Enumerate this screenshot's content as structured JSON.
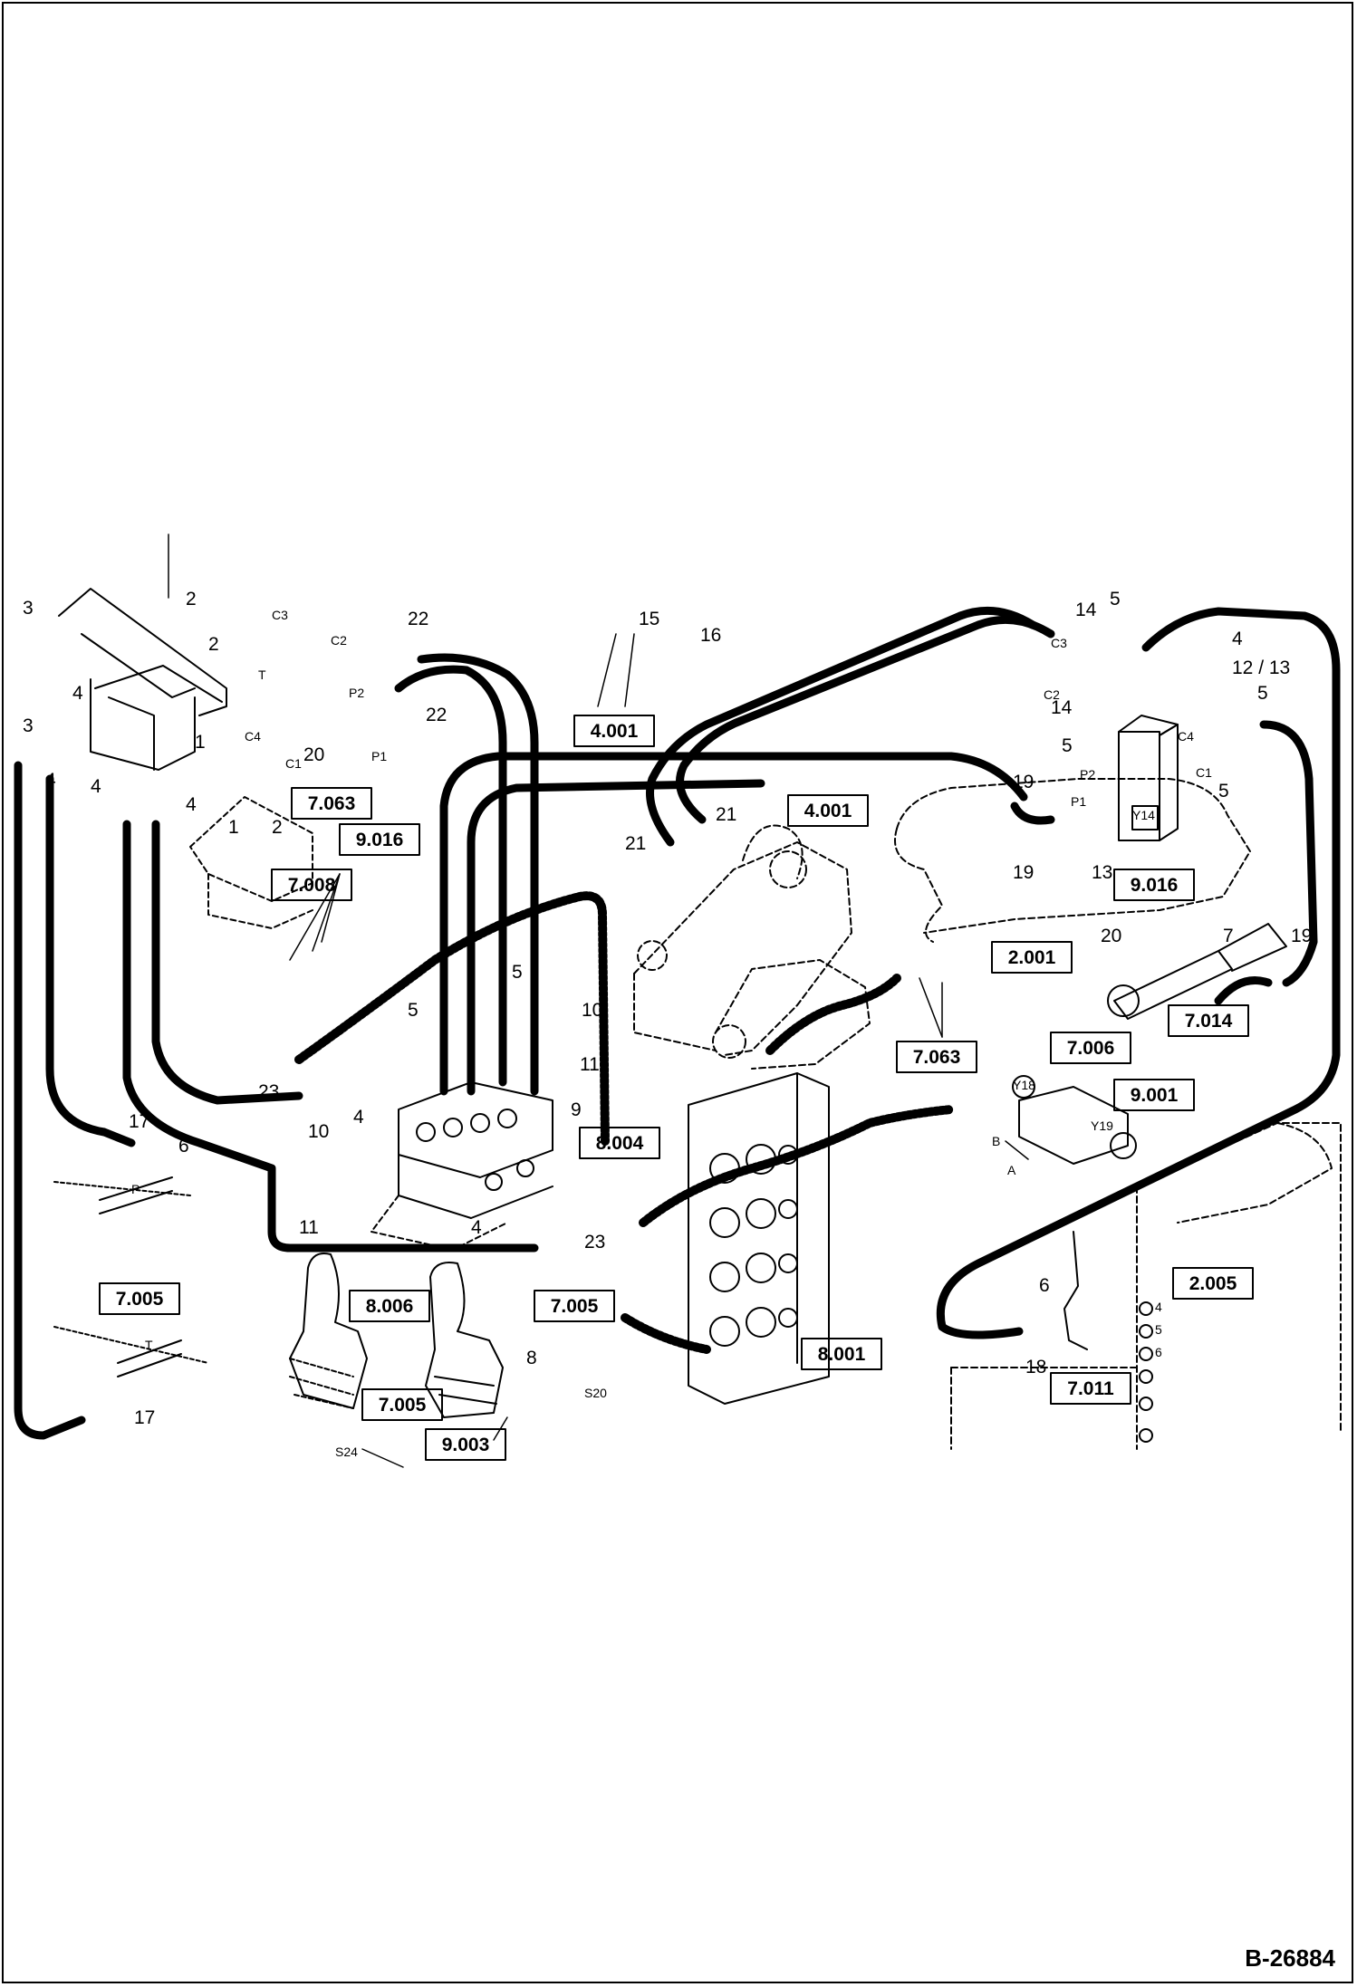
{
  "figure_id": "B-26884",
  "colors": {
    "line": "#000000",
    "background": "#ffffff",
    "dashed": "#000000"
  },
  "boxed_refs": [
    "7.063",
    "9.016",
    "7.008",
    "4.001",
    "4.001",
    "9.016",
    "2.001",
    "7.014",
    "7.063",
    "8.004",
    "7.006",
    "9.001",
    "7.005",
    "8.006",
    "7.005",
    "7.005",
    "9.003",
    "8.001",
    "2.005",
    "7.011"
  ],
  "callouts": [
    "2",
    "3",
    "2",
    "3",
    "1",
    "4",
    "4",
    "4",
    "4",
    "22",
    "22",
    "C3",
    "C2",
    "T",
    "C4",
    "C1",
    "P2",
    "P1",
    "20",
    "15",
    "16",
    "14",
    "5",
    "14",
    "4",
    "12 / 13",
    "5",
    "C3",
    "C2",
    "C4",
    "C1",
    "P2",
    "P1",
    "19",
    "5",
    "5",
    "19",
    "13",
    "Y14",
    "21",
    "21",
    "20",
    "7",
    "19",
    "5",
    "5",
    "10",
    "11",
    "9",
    "23",
    "10",
    "4",
    "11",
    "23",
    "4",
    "17",
    "6",
    "P",
    "T",
    "17",
    "1",
    "2",
    "Y18",
    "Y19",
    "B",
    "A",
    "6",
    "18",
    "4",
    "5",
    "6",
    "8",
    "S20",
    "S24"
  ]
}
